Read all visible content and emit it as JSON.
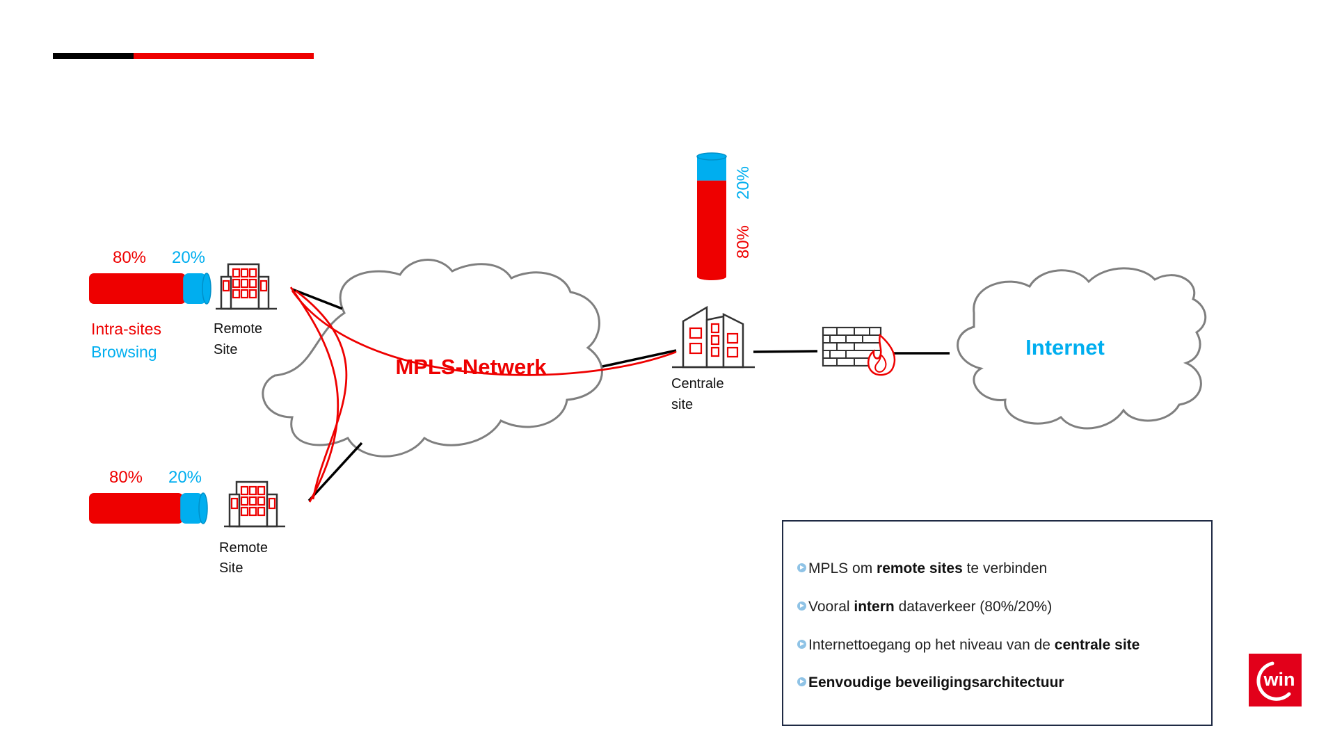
{
  "colors": {
    "red": "#ee0000",
    "blue": "#00aeef",
    "black": "#000000",
    "cloud": "#7f7f7f",
    "building": "#333333"
  },
  "remote_site_1": {
    "bar": {
      "intra_fraction": 0.8,
      "browsing_fraction": 0.2
    },
    "pct_intra": "80%",
    "pct_browsing": "20%",
    "legend_intra": "Intra-sites",
    "legend_browsing": "Browsing",
    "label_line1": "Remote",
    "label_line2": "Site"
  },
  "remote_site_2": {
    "bar": {
      "intra_fraction": 0.8,
      "browsing_fraction": 0.2
    },
    "pct_intra": "80%",
    "pct_browsing": "20%",
    "label_line1": "Remote",
    "label_line2": "Site"
  },
  "central_site": {
    "bar": {
      "intra_fraction": 0.8,
      "browsing_fraction": 0.2
    },
    "pct_intra": "80%",
    "pct_browsing": "20%",
    "label_line1": "Centrale",
    "label_line2": "site"
  },
  "mpls_cloud_label": "MPLS-Netwerk",
  "internet_cloud_label": "Internet",
  "info_box": {
    "bullets": [
      {
        "parts": [
          {
            "t": "MPLS om "
          },
          {
            "t": "remote sites",
            "b": true
          },
          {
            "t": " te verbinden"
          }
        ]
      },
      {
        "parts": [
          {
            "t": "Vooral "
          },
          {
            "t": "intern",
            "b": true
          },
          {
            "t": " dataverkeer (80%/20%)"
          }
        ]
      },
      {
        "parts": [
          {
            "t": "Internettoegang op het niveau van de "
          },
          {
            "t": "centrale site",
            "b": true
          }
        ]
      },
      {
        "parts": [
          {
            "t": "Eenvoudige beveiligingsarchitectuur",
            "b": true
          }
        ]
      }
    ]
  },
  "logo_text": "win"
}
